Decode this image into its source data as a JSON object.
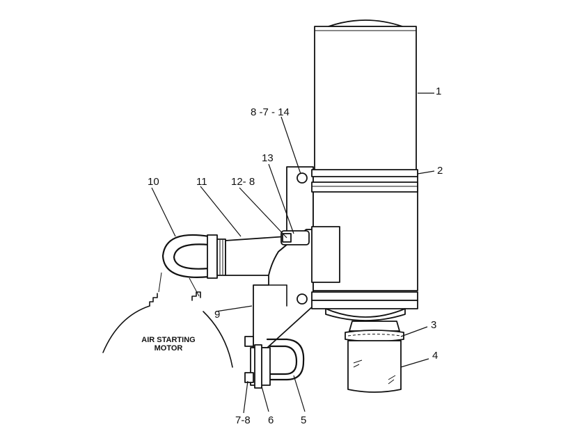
{
  "callouts": {
    "c1": "1",
    "c2": "2",
    "c3": "3",
    "c4": "4",
    "c5": "5",
    "c6": "6",
    "c7_8": "7-8",
    "c8_7_14": "8 -7 - 14",
    "c9": "9",
    "c10": "10",
    "c11": "11",
    "c12_8": "12- 8",
    "c13": "13"
  },
  "motor_label": {
    "line1": "AIR STARTING",
    "line2": "MOTOR"
  }
}
